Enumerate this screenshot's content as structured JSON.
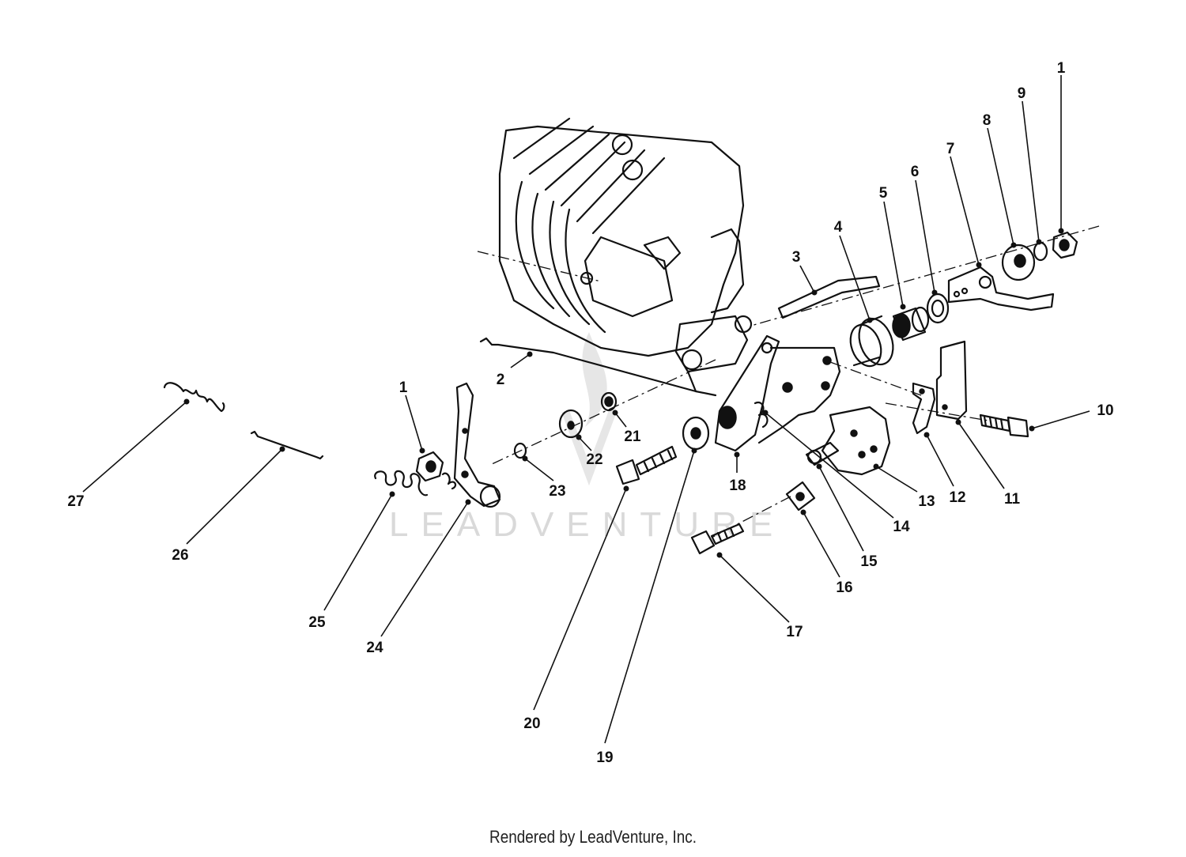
{
  "callouts": [
    {
      "label": "1"
    },
    {
      "label": "9"
    },
    {
      "label": "8"
    },
    {
      "label": "7"
    },
    {
      "label": "6"
    },
    {
      "label": "5"
    },
    {
      "label": "4"
    },
    {
      "label": "3"
    },
    {
      "label": "2"
    },
    {
      "label": "1"
    },
    {
      "label": "21"
    },
    {
      "label": "22"
    },
    {
      "label": "23"
    },
    {
      "label": "27"
    },
    {
      "label": "26"
    },
    {
      "label": "25"
    },
    {
      "label": "24"
    },
    {
      "label": "10"
    },
    {
      "label": "18"
    },
    {
      "label": "13"
    },
    {
      "label": "12"
    },
    {
      "label": "11"
    },
    {
      "label": "14"
    },
    {
      "label": "15"
    },
    {
      "label": "16"
    },
    {
      "label": "17"
    },
    {
      "label": "20"
    },
    {
      "label": "19"
    }
  ],
  "watermark": "LEADVENTURE",
  "footer": "Rendered by LeadVenture, Inc."
}
